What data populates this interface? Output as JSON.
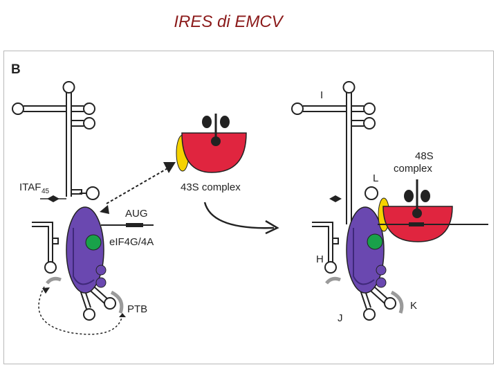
{
  "slide": {
    "title": "IRES di EMCV"
  },
  "figure": {
    "panel_letter": "B",
    "left": {
      "itaf_label": "ITAF",
      "itaf_subscript": "45",
      "aug_label": "AUG",
      "eif_label": "eIF4G/4A",
      "ptb_label": "PTB"
    },
    "middle": {
      "complex_label": "43S complex"
    },
    "right": {
      "domain_i": "I",
      "domain_l": "L",
      "domain_h": "H",
      "domain_j": "J",
      "domain_k": "K",
      "complex_line1": "48S",
      "complex_line2": "complex"
    }
  },
  "colors": {
    "title": "#8b1a1a",
    "ribosome_red": "#e0253f",
    "eif_purple": "#6a48b0",
    "eif4a_green": "#19a14a",
    "factor_yellow": "#f5d200",
    "rna_stroke": "#222222",
    "ptb_gray": "#9a9a9a"
  }
}
